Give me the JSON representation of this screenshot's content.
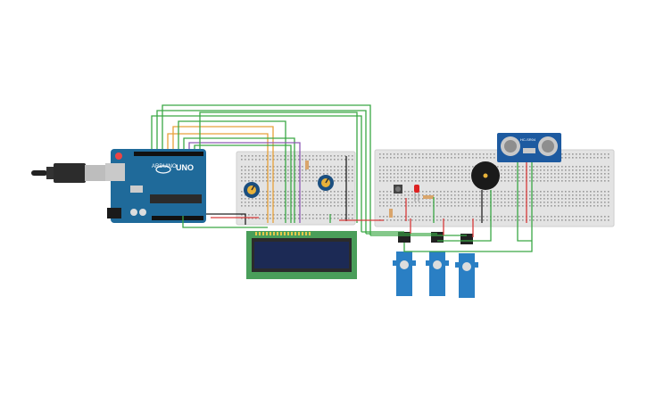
{
  "arduino": {
    "brand": "UNO",
    "model_small": "ARDUINO",
    "board_color": "#1f6a9a"
  },
  "ultrasonic": {
    "label": "HC-SR04"
  },
  "colors": {
    "breadboard": "#e3e3e3",
    "wire_green": "#3aa845",
    "wire_orange": "#e8a13a",
    "wire_purple": "#8e5bb5",
    "wire_red": "#d83a3a",
    "wire_black": "#222222",
    "lcd_pcb": "#4a9e5a",
    "lcd_screen": "#1c2a55",
    "servo": "#2a7fc4"
  }
}
